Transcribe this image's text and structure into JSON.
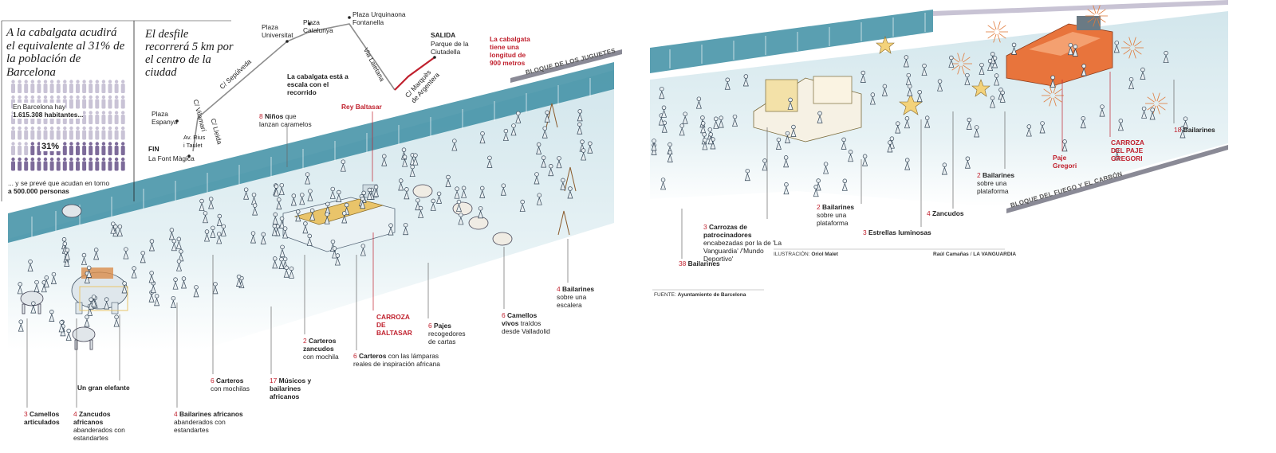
{
  "intro": {
    "left_heading": "A la cabalgata acudirá el equivalente al 31% de la población de Barcelona",
    "population_line1": "En Barcelona hay",
    "population_line2": "1.615.308 habitantes...",
    "percent": "31%",
    "expected_line1": "... y se prevé que acudan en torno",
    "expected_line2": "a 500.000 personas",
    "right_heading": "El desfile recorrerá 5 km por el centro de la ciudad"
  },
  "route": {
    "places": {
      "plaza_universitat": "Plaza Universitat",
      "plaza_catalunya": "Plaza Catalunya",
      "plaza_urquinaona": "Plaza Urquinaona Fontanella",
      "salida": "SALIDA",
      "parque": "Parque de la Ciutadella",
      "plaza_espanya": "Plaza Espanya",
      "fin": "FIN",
      "font_magica": "La Font Màgica"
    },
    "streets": {
      "sepulveda": "C/ Sepúlveda",
      "vilamari": "C/ Vilamarí",
      "rius_taulet": "Av. Rius i Taulet",
      "lleida": "C/ Lleida",
      "laietana": "Via Laietana",
      "argentera": "C/ Marquès de Argentera"
    },
    "scale_note": "La cabalgata está a escala con el recorrido",
    "length_note": "La cabalgata tiene una longitud de 900 metros"
  },
  "blocks": {
    "juguetes": "BLOQUE DE LOS JUGUETES",
    "fuego": "BLOQUE DEL FUEGO Y EL CARBÓN"
  },
  "labels": {
    "camellos_art": {
      "num": "3",
      "text": "Camellos articulados"
    },
    "zancudos_afr": {
      "num": "4",
      "text1": "Zancudos africanos",
      "text2": "abanderados con estandartes"
    },
    "elefante": {
      "text": "Un gran elefante"
    },
    "bailarines_afr": {
      "num": "4",
      "text1": "Bailarines africanos",
      "text2": "abanderados con estandartes"
    },
    "carteros_moch": {
      "num": "6",
      "text1": "Carteros",
      "text2": "con mochilas"
    },
    "musicos": {
      "num": "17",
      "text": "Músicos y bailarines africanos"
    },
    "carteros_zanc": {
      "num": "2",
      "text1": "Carteros zancudos",
      "text2": "con mochila"
    },
    "carteros_lamp": {
      "num": "6",
      "text1": "Carteros",
      "text2": "con las lámparas reales de inspiración africana"
    },
    "carroza_baltasar": {
      "text": "CARROZA DE BALTASAR"
    },
    "rey_baltasar": {
      "text": "Rey Baltasar"
    },
    "ninos": {
      "num": "8",
      "text1": "Niños",
      "text2": "que lanzan caramelos"
    },
    "pajes": {
      "num": "6",
      "text1": "Pajes",
      "text2": "recogedores de cartas"
    },
    "camellos_vivos": {
      "num": "6",
      "text1": "Camellos vivos",
      "text2": "traídos desde Valladolid"
    },
    "bailarines_escalera": {
      "num": "4",
      "text1": "Bailarines",
      "text2": "sobre una escalera"
    },
    "bailarines_38": {
      "num": "38",
      "text": "Bailarines"
    },
    "carrozas_patroc": {
      "num": "3",
      "text1": "Carrozas de patrocinadores",
      "text2": "encabezadas por la de 'La Vanguardia' /'Mundo Deportivo'"
    },
    "bailarines_plat1": {
      "num": "2",
      "text1": "Bailarines",
      "text2": "sobre una plataforma"
    },
    "estrellas": {
      "num": "3",
      "text": "Estrellas luminosas"
    },
    "zancudos4": {
      "num": "4",
      "text": "Zancudos"
    },
    "bailarines_plat2": {
      "num": "2",
      "text1": "Bailarines",
      "text2": "sobre una plataforma"
    },
    "paje_gregori": {
      "text": "Paje Gregori"
    },
    "carroza_gregori": {
      "text": "CARROZA DEL PAJE GREGORI"
    },
    "bailarines_18": {
      "num": "18",
      "text": "Bailarines"
    }
  },
  "credits": {
    "ilustracion_label": "ILUSTRACIÓN:",
    "ilustracion_name": "Oriol Malet",
    "author": "Raúl Camañas",
    "outlet": "LA VANGUARDIA",
    "fuente_label": "FUENTE:",
    "fuente_name": "Ayuntamiento de Barcelona"
  },
  "colors": {
    "crowd": "#3d8ea3",
    "accent_red": "#c0212e",
    "people_light": "#c9c3d6",
    "people_dark": "#7d6b9a",
    "float_orange": "#e8743c",
    "float_yellow": "#e9c46a",
    "street": "#e2eef2"
  },
  "population_fraction": 0.31
}
